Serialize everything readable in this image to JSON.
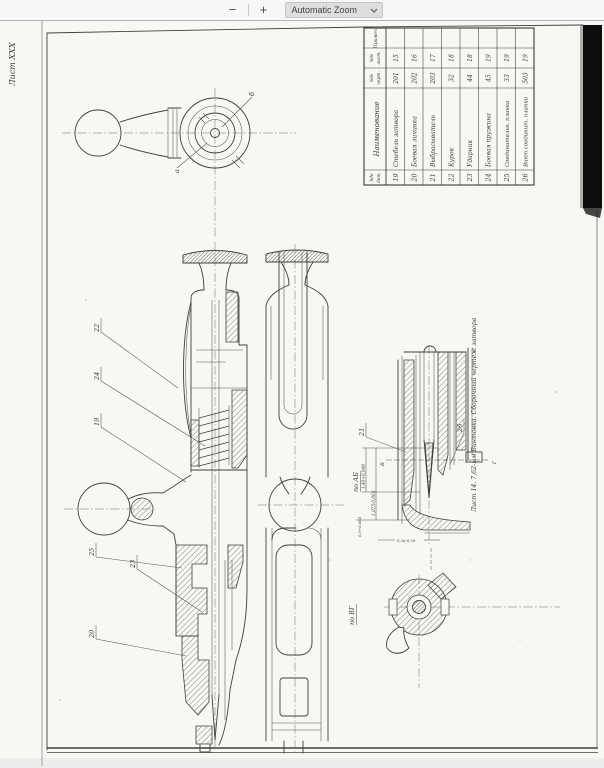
{
  "toolbar": {
    "zoom_out": "−",
    "zoom_in": "+",
    "zoom_level": "Automatic Zoom"
  },
  "page": {
    "corner_label": "Лист XXX",
    "caption": "Лист 14. 7,62-мм Винтовка. Сборочный чертеж затвора"
  },
  "parts_table": {
    "headers": {
      "num1": "№№",
      "num2": "дет.",
      "name": "Наименование",
      "draw1": "№№",
      "draw2": "черт.",
      "sheet1": "№№",
      "sheet2": "лист.",
      "note": "Примеч."
    },
    "rows": [
      {
        "num": "19",
        "name": "Стебель затвора",
        "draw": "201",
        "sheet": "15"
      },
      {
        "num": "20",
        "name": "Боевая личинка",
        "draw": "202",
        "sheet": "16"
      },
      {
        "num": "21",
        "name": "Выбрасыватель",
        "draw": "203",
        "sheet": "17"
      },
      {
        "num": "22",
        "name": "Курок",
        "draw": "32",
        "sheet": "18"
      },
      {
        "num": "23",
        "name": "Ударник",
        "draw": "44",
        "sheet": "18"
      },
      {
        "num": "24",
        "name": "Боевая пружина",
        "draw": "45",
        "sheet": "19"
      },
      {
        "num": "25",
        "name": "Соединительн. планка",
        "draw": "33",
        "sheet": "19"
      },
      {
        "num": "26",
        "name": "Винт соединит. планки",
        "draw": "503",
        "sheet": "19"
      }
    ]
  },
  "callouts": {
    "a": "а",
    "b": "б",
    "p19": "19",
    "p20": "20",
    "p21": "21",
    "p22": "22",
    "p23": "23",
    "p24": "24",
    "p25": "25",
    "p26": "26"
  },
  "sections": {
    "ab": "по АБ",
    "vg": "по ВГ",
    "v": "В",
    "g": "Г"
  },
  "dims": {
    "d1": "1,40+0,049",
    "d2": "1,075-0,065",
    "d3": "0,5+0,064",
    "d4": "0,2н-0,2д"
  }
}
